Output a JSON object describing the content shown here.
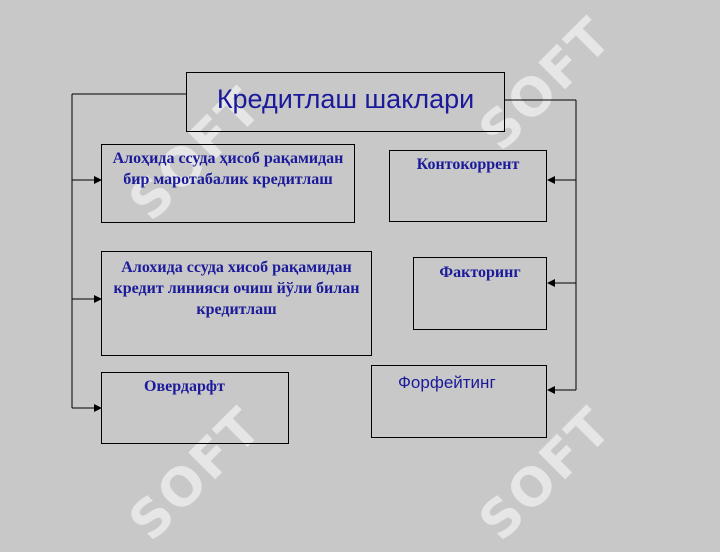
{
  "watermark": {
    "text": "SOFT"
  },
  "diagram": {
    "title": "Кредитлаш шаклари",
    "left_items": [
      "Алоҳида ссуда ҳисоб рақамидан бир маротабалик кредитлаш",
      "Алохида ссуда хисоб рақамидан кредит линияси очиш йўли билан кредитлаш",
      "Овердарфт"
    ],
    "right_items": [
      "Контокоррент",
      "Факторинг",
      "Форфейтинг"
    ]
  },
  "colors": {
    "background": "#c8c8c8",
    "text": "#1a1a9a",
    "border": "#000000",
    "watermark": "#ffffff"
  }
}
